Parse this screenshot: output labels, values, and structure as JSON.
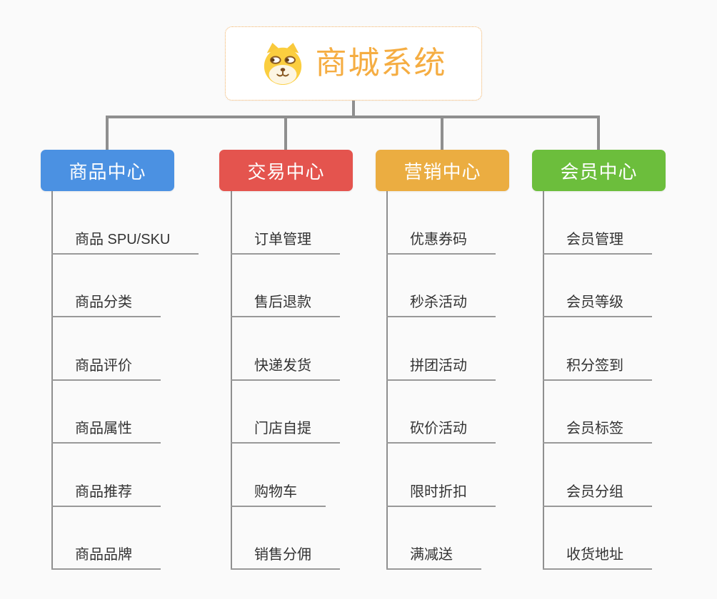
{
  "canvas": {
    "background": "#fafafa"
  },
  "root": {
    "title": "商城系统",
    "icon": "shiba-dog-icon",
    "text_color": "#f5ad42",
    "border_color": "#f2b266"
  },
  "connectors": {
    "main_color": "#8f8f8f",
    "child_line_color": "#999999"
  },
  "chart_data": {
    "type": "table",
    "title": "商城系统",
    "structure": "mind-map, root with 4 branches, 6 children each"
  },
  "branches": [
    {
      "label": "商品中心",
      "color": "#4b91e2",
      "children": [
        "商品 SPU/SKU",
        "商品分类",
        "商品评价",
        "商品属性",
        "商品推荐",
        "商品品牌"
      ]
    },
    {
      "label": "交易中心",
      "color": "#e4544e",
      "children": [
        "订单管理",
        "售后退款",
        "快递发货",
        "门店自提",
        "购物车",
        "销售分佣"
      ]
    },
    {
      "label": "营销中心",
      "color": "#ebad41",
      "children": [
        "优惠券码",
        "秒杀活动",
        "拼团活动",
        "砍价活动",
        "限时折扣",
        "满减送"
      ]
    },
    {
      "label": "会员中心",
      "color": "#6cbe3c",
      "children": [
        "会员管理",
        "会员等级",
        "积分签到",
        "会员标签",
        "会员分组",
        "收货地址"
      ]
    }
  ]
}
